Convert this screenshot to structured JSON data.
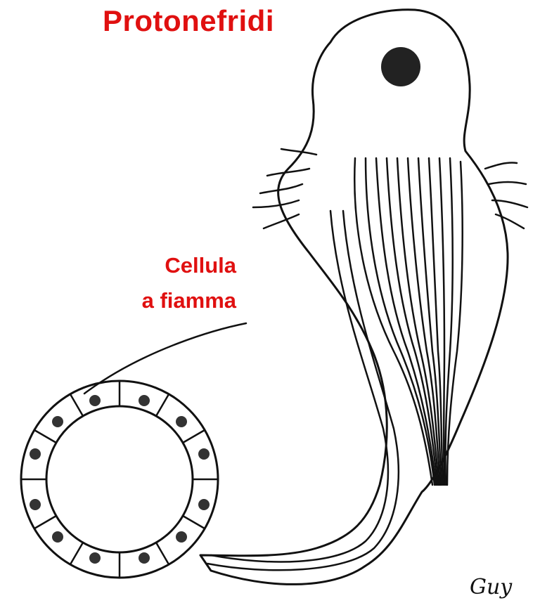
{
  "diagram": {
    "title": "Protonefridi",
    "label_line1": "Cellula",
    "label_line2": "a fiamma",
    "signature": "Guy",
    "colors": {
      "label": "#e01010",
      "ink": "#111111",
      "background": "#ffffff"
    }
  }
}
